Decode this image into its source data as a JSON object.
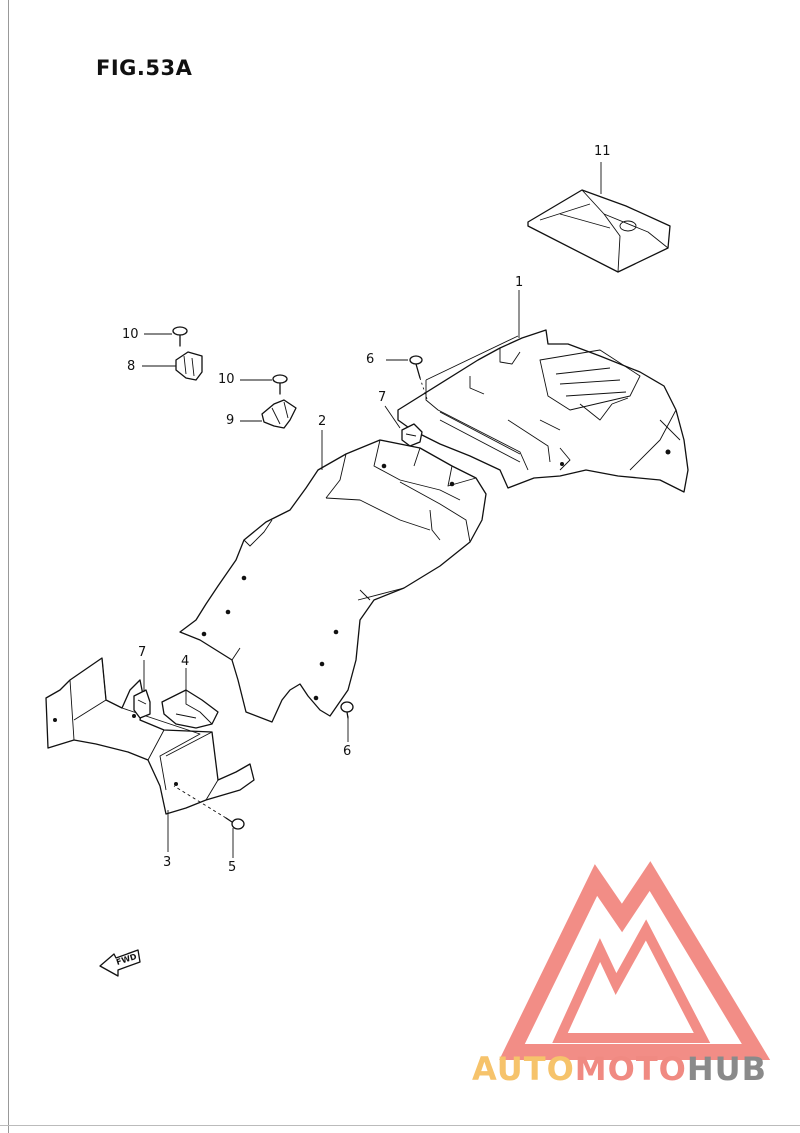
{
  "figure": {
    "title": "FIG.53A"
  },
  "callouts": [
    {
      "id": "c1",
      "label": "1"
    },
    {
      "id": "c2",
      "label": "2"
    },
    {
      "id": "c3",
      "label": "3"
    },
    {
      "id": "c4",
      "label": "4"
    },
    {
      "id": "c5",
      "label": "5"
    },
    {
      "id": "c6a",
      "label": "6"
    },
    {
      "id": "c6b",
      "label": "6"
    },
    {
      "id": "c7a",
      "label": "7"
    },
    {
      "id": "c7b",
      "label": "7"
    },
    {
      "id": "c8",
      "label": "8"
    },
    {
      "id": "c9",
      "label": "9"
    },
    {
      "id": "c10a",
      "label": "10"
    },
    {
      "id": "c10b",
      "label": "10"
    },
    {
      "id": "c11",
      "label": "11"
    }
  ],
  "fwd_arrow": {
    "label": "FWD"
  },
  "watermark": {
    "text_a": "AUTO",
    "text_b": "MOTO",
    "text_c": "HUB",
    "color_a": "#f6c36b",
    "color_b": "#f08a82",
    "color_c": "#8a8a8a",
    "logo_color": "#f07a72"
  }
}
